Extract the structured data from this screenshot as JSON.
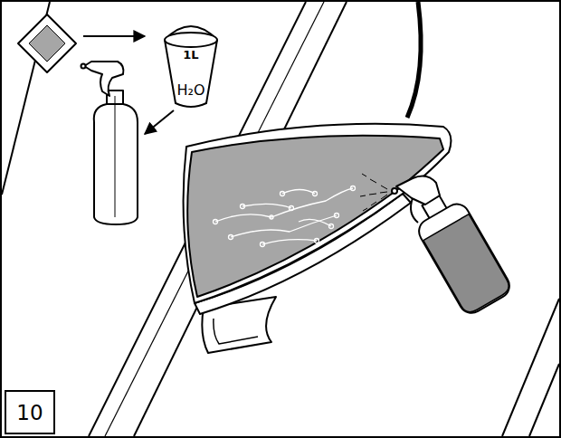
{
  "diagram": {
    "nodes": [
      {
        "text": [
          "1L",
          "H₂O"
        ]
      },
      {
        "text": [
          "10"
        ]
      }
    ]
  }
}
